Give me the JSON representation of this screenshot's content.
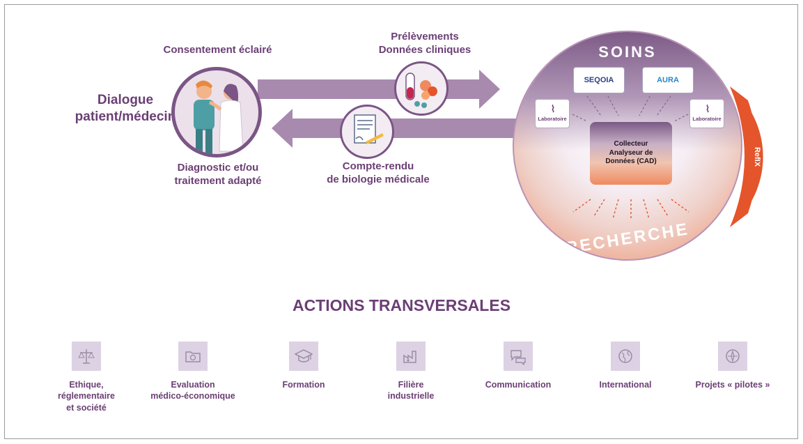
{
  "diagram": {
    "dialogue": [
      "Dialogue",
      "patient/médecin"
    ],
    "consent": "Consentement éclairé",
    "diagnostic": [
      "Diagnostic et/ou",
      "traitement adapté"
    ],
    "samples": [
      "Prélèvements",
      "Données cliniques"
    ],
    "report": [
      "Compte-rendu",
      "de biologie médicale"
    ],
    "soins": "SOINS",
    "recherche": "RECHERCHE",
    "seqoia": "SEQOIA",
    "aura": "AURA",
    "laboratoire": "Laboratoire",
    "cad": [
      "Collecteur",
      "Analyseur de",
      "Données (CAD)"
    ],
    "refix": "RefIX"
  },
  "actions": {
    "title": "ACTIONS TRANSVERSALES",
    "items": [
      {
        "lines": [
          "Ethique,",
          "réglementaire",
          "et société"
        ],
        "icon": "scales-icon"
      },
      {
        "lines": [
          "Evaluation",
          "médico-économique"
        ],
        "icon": "folder-coin-icon"
      },
      {
        "lines": [
          "Formation"
        ],
        "icon": "graduation-cap-icon"
      },
      {
        "lines": [
          "Filière",
          "industrielle"
        ],
        "icon": "factory-icon"
      },
      {
        "lines": [
          "Communication"
        ],
        "icon": "speech-bubbles-icon"
      },
      {
        "lines": [
          "International"
        ],
        "icon": "globe-icon"
      },
      {
        "lines": [
          "Projets « pilotes »"
        ],
        "icon": "compass-icon"
      }
    ]
  },
  "colors": {
    "purple": "#6b3f75",
    "arrow": "#a88aaf",
    "orange": "#e4552b",
    "tile": "#ddd2e3"
  }
}
